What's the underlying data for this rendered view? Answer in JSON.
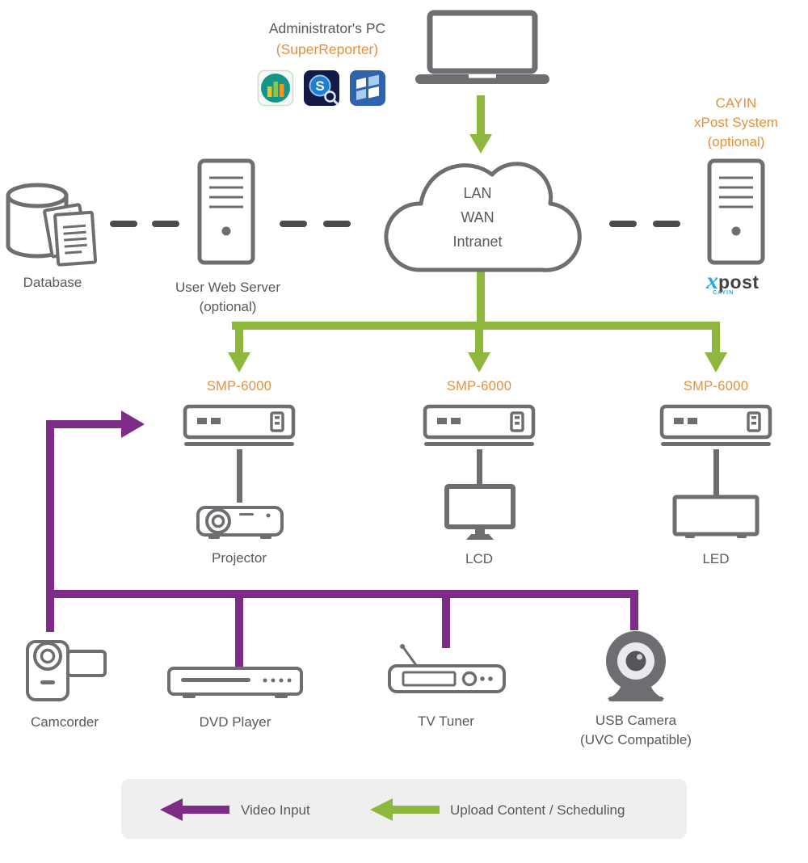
{
  "colors": {
    "green": "#8db73d",
    "purple": "#7d2d87",
    "orange": "#e0913f",
    "gray": "#6d6e71",
    "dark": "#4b4b4d",
    "text": "#58595b",
    "legend_bg": "#efefef"
  },
  "admin": {
    "title": "Administrator's PC",
    "subtitle": "(SuperReporter)"
  },
  "cloud": {
    "lines": [
      "LAN",
      "WAN",
      "Intranet"
    ]
  },
  "database": {
    "label": "Database"
  },
  "web_server": {
    "label": "User Web Server",
    "sublabel": "(optional)"
  },
  "xpost": {
    "title_lines": [
      "CAYIN",
      "xPost System",
      "(optional)"
    ],
    "logo": {
      "x": "x",
      "post": "post",
      "cayin": "CAYIN"
    }
  },
  "players": [
    {
      "name": "SMP-6000",
      "display": "Projector"
    },
    {
      "name": "SMP-6000",
      "display": "LCD"
    },
    {
      "name": "SMP-6000",
      "display": "LED"
    }
  ],
  "sources": [
    {
      "label": "Camcorder"
    },
    {
      "label": "DVD Player"
    },
    {
      "label": "TV Tuner"
    },
    {
      "label": "USB Camera",
      "sublabel": "(UVC Compatible)"
    }
  ],
  "legend": {
    "video": "Video Input",
    "upload": "Upload Content / Scheduling"
  },
  "icons": {
    "monitor_letter": "S"
  }
}
